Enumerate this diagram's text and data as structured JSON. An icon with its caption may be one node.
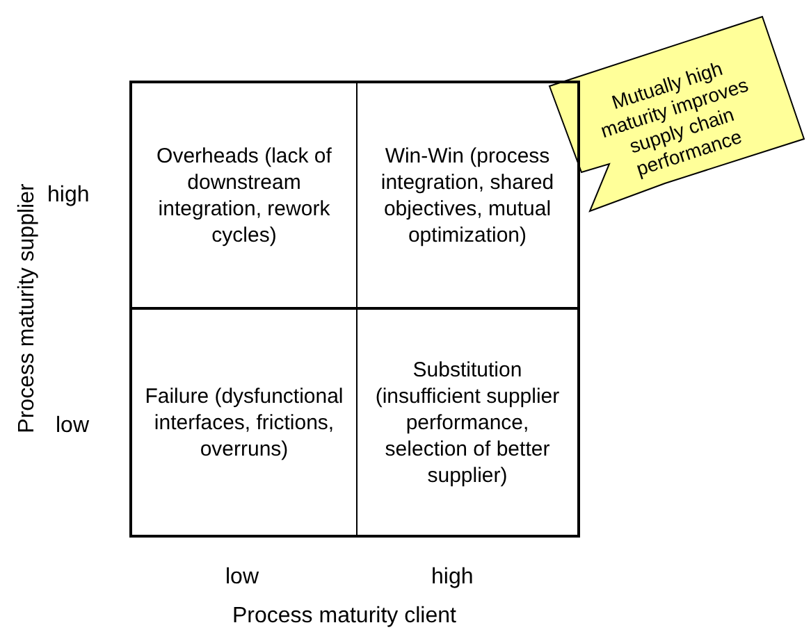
{
  "diagram": {
    "nodes": [
      {
        "text": [
          "Overheads (lack of downstream integration, rework cycles)"
        ]
      },
      {
        "text": [
          "Win-Win (process integration, shared objectives, mutual optimization)"
        ]
      },
      {
        "text": [
          "Failure (dysfunctional interfaces, frictions, overruns)"
        ]
      },
      {
        "text": [
          "Substitution (insufficient supplier performance, selection of better supplier)"
        ]
      },
      {
        "text": [
          "Mutually high maturity improves supply chain performance"
        ]
      }
    ],
    "edges": [],
    "labels": [
      "Process maturity supplier",
      "high",
      "low",
      "low",
      "high",
      "Process maturity client"
    ]
  }
}
